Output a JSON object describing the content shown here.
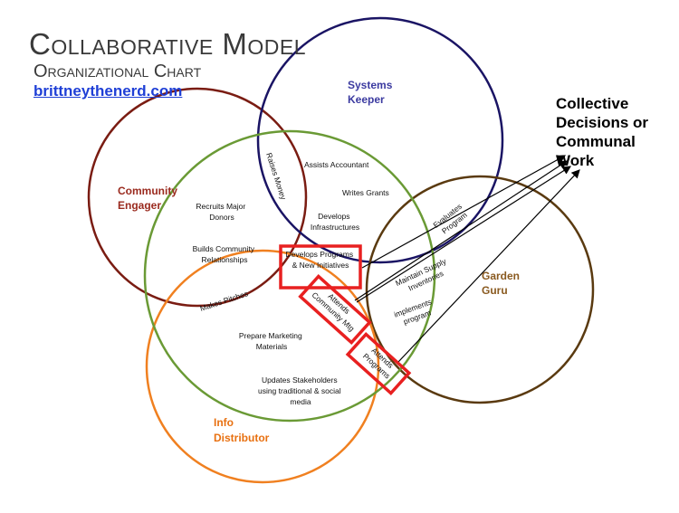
{
  "title": "Collaborative Model",
  "subtitle": "Organizational Chart",
  "site": "brittneythenerd.com",
  "outcome_lines": [
    "Collective",
    "Decisions or",
    "Communal",
    "Work"
  ],
  "colors": {
    "systems_keeper": "#1a1464",
    "community_engager": "#7a1c12",
    "core_green": "#6a9a35",
    "garden_guru": "#5a3a10",
    "info_distributor": "#f08020",
    "highlight_red": "#e82020",
    "role_systems": "#3b3aa0",
    "role_community": "#9a2a1e",
    "role_garden": "#8a5a20",
    "role_info": "#e87010",
    "link": "#1f3fd6"
  },
  "roles": {
    "systems_keeper": [
      "Systems",
      "Keeper"
    ],
    "community_engager": [
      "Community",
      "Engager"
    ],
    "garden_guru": [
      "Garden",
      "Guru"
    ],
    "info_distributor": [
      "Info",
      "Distributor"
    ]
  },
  "tasks": {
    "assists_accountant": "Assists Accountant",
    "writes_grants": "Writes Grants",
    "develops_infrastructures": [
      "Develops",
      "Infrastructures"
    ],
    "raises_money": "Raises Money",
    "recruits_major_donors": [
      "Recruits Major",
      "Donors"
    ],
    "builds_community_relationships": [
      "Builds Community",
      "Relationships"
    ],
    "develops_programs": [
      "Develops Programs",
      "& New Initiatives"
    ],
    "evaluates_program": [
      "Evaluates",
      "Program"
    ],
    "maintain_supply_inventories": [
      "Maintain Supply",
      "Inventories"
    ],
    "implements_program": [
      "implements",
      "program"
    ],
    "makes_pitches": "Makes Pitches",
    "attends_community_mtg": [
      "Attends",
      "Community Mtg"
    ],
    "attends_programs": [
      "Attends",
      "Programs"
    ],
    "prepare_marketing_materials": [
      "Prepare Marketing",
      "Materials"
    ],
    "updates_stakeholders": [
      "Updates Stakeholders",
      "using traditional & social",
      "media"
    ]
  }
}
